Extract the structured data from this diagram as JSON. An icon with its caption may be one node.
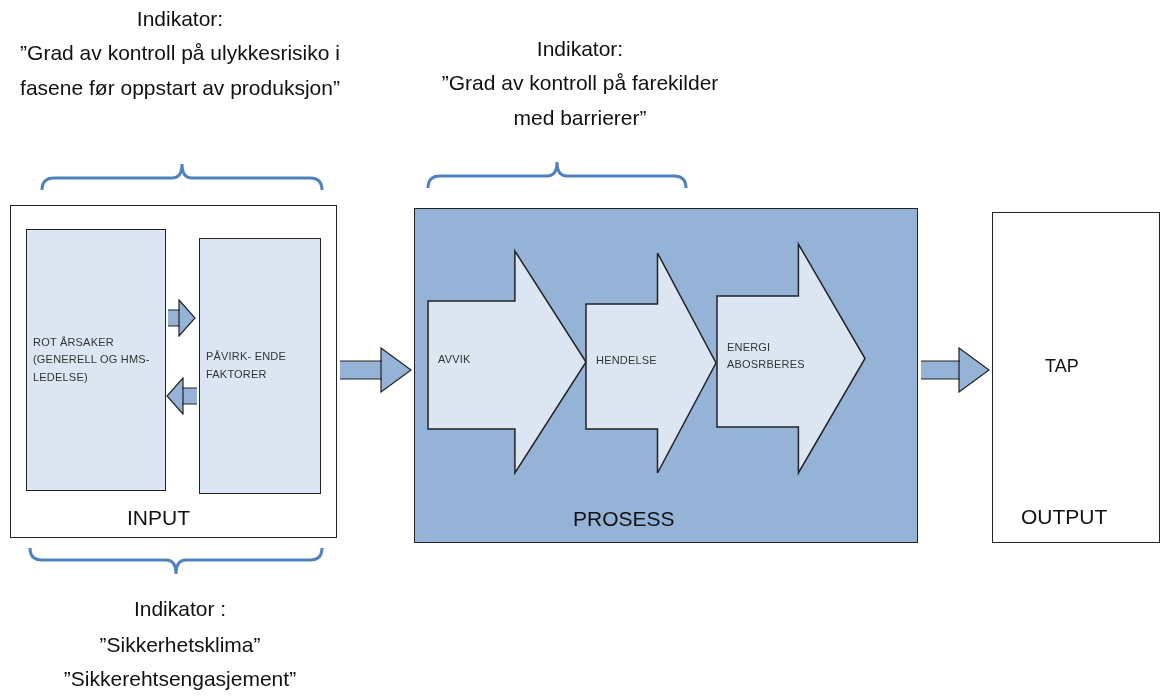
{
  "diagram": {
    "nodes": [
      {
        "text": [
          "INPUT"
        ]
      },
      {
        "text": [
          "ROT ÅRSAKER (GENERELL OG HMS-LEDELSE)"
        ],
        "in": 0
      },
      {
        "text": [
          "PÅVIRK- ENDE FAKTORER"
        ],
        "in": 0
      },
      {
        "text": [
          "PROSESS"
        ]
      },
      {
        "text": [
          "AVVIK"
        ],
        "in": 3
      },
      {
        "text": [
          "HENDELSE"
        ],
        "in": 3
      },
      {
        "text": [
          "ENERGI ABOSRBERES"
        ],
        "in": 3
      },
      {
        "text": [
          "TAP",
          "OUTPUT"
        ]
      }
    ],
    "edges": [
      {
        "from": 1,
        "to": 2,
        "arrow": "to"
      },
      {
        "from": 2,
        "to": 1,
        "arrow": "to"
      },
      {
        "from": 0,
        "to": 3,
        "arrow": "to"
      },
      {
        "from": 3,
        "to": 7,
        "arrow": "to"
      }
    ],
    "labels": [
      "Indikator:",
      "”Grad av kontroll på ulykkesrisiko i fasene før oppstart av produksjon”",
      "Indikator:",
      "”Grad av kontroll på farekilder med barrierer”",
      "Indikator :",
      "”Sikkerhetsklima”",
      "”Sikkerehtsengasjement”"
    ]
  }
}
